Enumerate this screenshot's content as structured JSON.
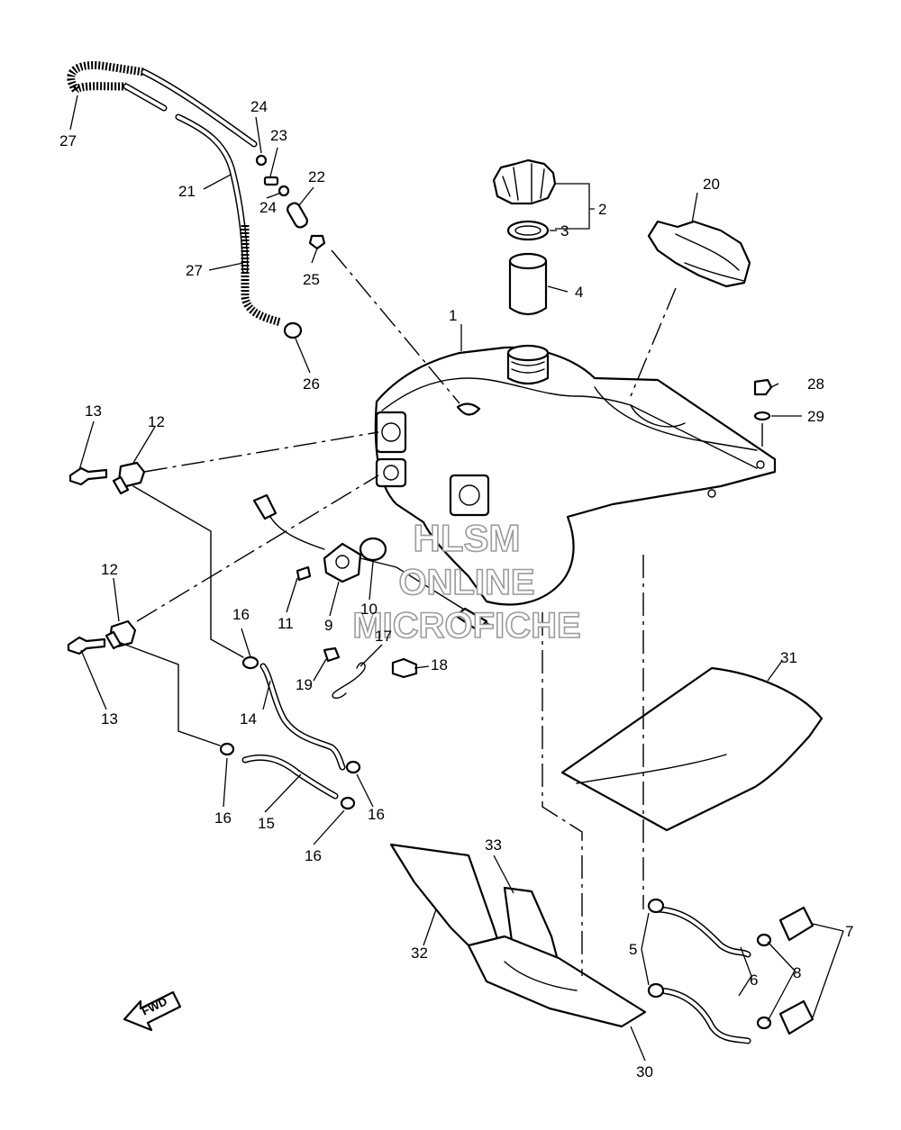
{
  "callouts": {
    "c1": "1",
    "c2": "2",
    "c3": "3",
    "c4": "4",
    "c5": "5",
    "c6": "6",
    "c7": "7",
    "c8": "8",
    "c9": "9",
    "c10": "10",
    "c11": "11",
    "c12a": "12",
    "c12b": "12",
    "c13a": "13",
    "c13b": "13",
    "c14": "14",
    "c15": "15",
    "c16a": "16",
    "c16b": "16",
    "c16c": "16",
    "c16d": "16",
    "c17": "17",
    "c18": "18",
    "c19": "19",
    "c20": "20",
    "c21": "21",
    "c22": "22",
    "c23": "23",
    "c24a": "24",
    "c24b": "24",
    "c25": "25",
    "c26": "26",
    "c27a": "27",
    "c27b": "27",
    "c28": "28",
    "c29": "29",
    "c30": "30",
    "c31": "31",
    "c32": "32",
    "c33": "33"
  },
  "direction_marker": "FWD",
  "watermark": {
    "line1": "HLSM",
    "line2": "ONLINE",
    "line3": "MICROFICHE"
  }
}
